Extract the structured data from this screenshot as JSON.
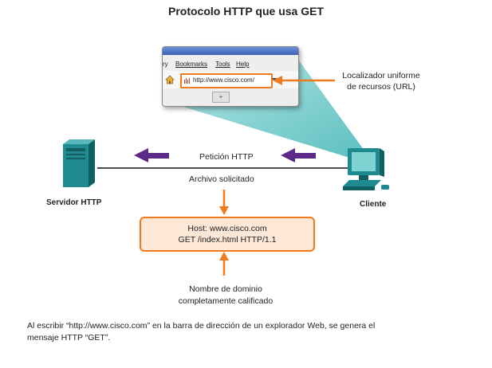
{
  "title": "Protocolo HTTP que usa GET",
  "browser": {
    "menu_items": [
      "ry",
      "Bookmarks",
      "Tools",
      "Help"
    ],
    "url": "http://www.cisco.com/",
    "tab_glyph": "+"
  },
  "url_callout": {
    "line1": "Localizador uniforme",
    "line2": "de recursos (URL)"
  },
  "server": {
    "label": "Servidor HTTP"
  },
  "client": {
    "label": "Cliente"
  },
  "request": {
    "label": "Petición HTTP"
  },
  "response": {
    "label": "Archivo solicitado"
  },
  "message": {
    "line1": "Host: www.cisco.com",
    "line2": "GET /index.html HTTP/1.1"
  },
  "fqdn": {
    "line1": "Nombre de dominio",
    "line2": "completamente calificado"
  },
  "caption": {
    "line1": "Al escribir “http://www.cisco.com” en la barra de dirección de un explorador Web, se genera el",
    "line2": "mensaje HTTP “GET”."
  },
  "colors": {
    "accent_orange": "#f07a1c",
    "arrow_purple": "#5a2a86",
    "device_teal": "#1f8a8f",
    "beam_teal": "#7fd3d2",
    "message_fill": "#fde7d6"
  }
}
